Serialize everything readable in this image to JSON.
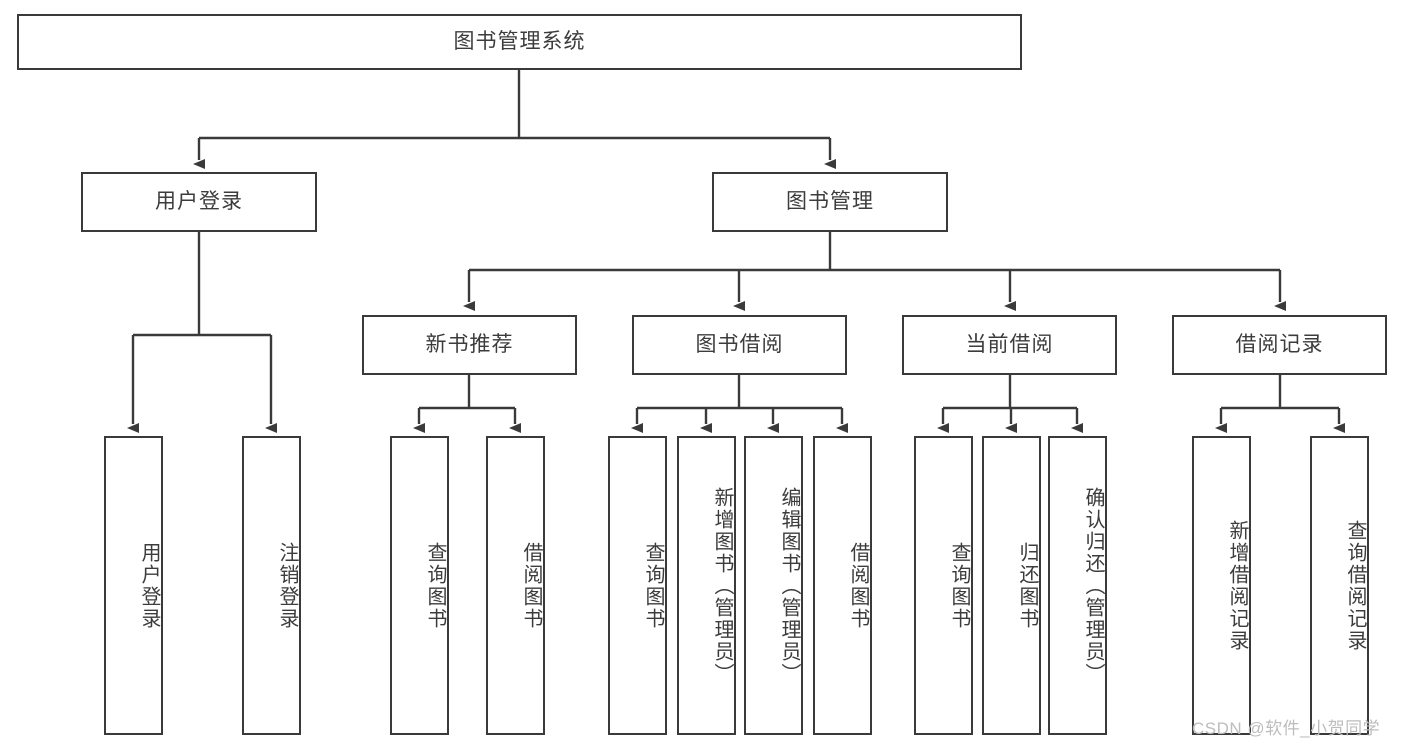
{
  "diagram": {
    "type": "tree-hierarchy-chart",
    "title": "图书管理系统",
    "levels": {
      "root": {
        "label": "图书管理系统"
      },
      "level2": [
        {
          "id": "user-login",
          "label": "用户登录"
        },
        {
          "id": "book-management",
          "label": "图书管理"
        }
      ],
      "level3": [
        {
          "id": "new-book-recommend",
          "label": "新书推荐"
        },
        {
          "id": "book-borrow",
          "label": "图书借阅"
        },
        {
          "id": "current-borrow",
          "label": "当前借阅"
        },
        {
          "id": "borrow-record",
          "label": "借阅记录"
        }
      ],
      "leaves": [
        {
          "id": "leaf-user-login",
          "label": "用户登录",
          "parent": "user-login"
        },
        {
          "id": "leaf-logout-login",
          "label": "注销登录",
          "parent": "user-login"
        },
        {
          "id": "leaf-query-book-1",
          "label": "查询图书",
          "parent": "new-book-recommend"
        },
        {
          "id": "leaf-borrow-book-1",
          "label": "借阅图书",
          "parent": "new-book-recommend"
        },
        {
          "id": "leaf-query-book-2",
          "label": "查询图书",
          "parent": "book-borrow"
        },
        {
          "id": "leaf-add-book",
          "label": "新增图书（管理员）",
          "parent": "book-borrow"
        },
        {
          "id": "leaf-edit-book",
          "label": "编辑图书（管理员）",
          "parent": "book-borrow"
        },
        {
          "id": "leaf-borrow-book-2",
          "label": "借阅图书",
          "parent": "book-borrow"
        },
        {
          "id": "leaf-query-book-3",
          "label": "查询图书",
          "parent": "current-borrow"
        },
        {
          "id": "leaf-return-book",
          "label": "归还图书",
          "parent": "current-borrow"
        },
        {
          "id": "leaf-confirm-return",
          "label": "确认归还（管理员）",
          "parent": "current-borrow"
        },
        {
          "id": "leaf-add-record",
          "label": "新增借阅记录",
          "parent": "borrow-record"
        },
        {
          "id": "leaf-query-record",
          "label": "查询借阅记录",
          "parent": "borrow-record"
        }
      ]
    },
    "colors": {
      "border": "#3a3a3a",
      "text": "#3c3c3c",
      "background": "#ffffff",
      "watermark": "#bdbdbd"
    }
  },
  "watermark": {
    "text": "CSDN @软件_小贺同学"
  }
}
